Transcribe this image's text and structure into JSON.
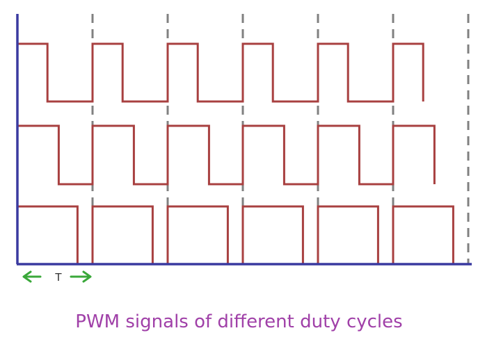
{
  "diagram": {
    "caption": "PWM signals of different duty cycles",
    "period_label": "T",
    "period_count": 6,
    "signals": [
      {
        "duty_cycle": 0.4
      },
      {
        "duty_cycle": 0.55
      },
      {
        "duty_cycle": 0.8
      }
    ],
    "colors": {
      "signal": "#a84040",
      "axis": "#3a3aa0",
      "period_marker": "#808080",
      "period_arrow": "#3aa83a",
      "caption": "#a040a8"
    }
  }
}
